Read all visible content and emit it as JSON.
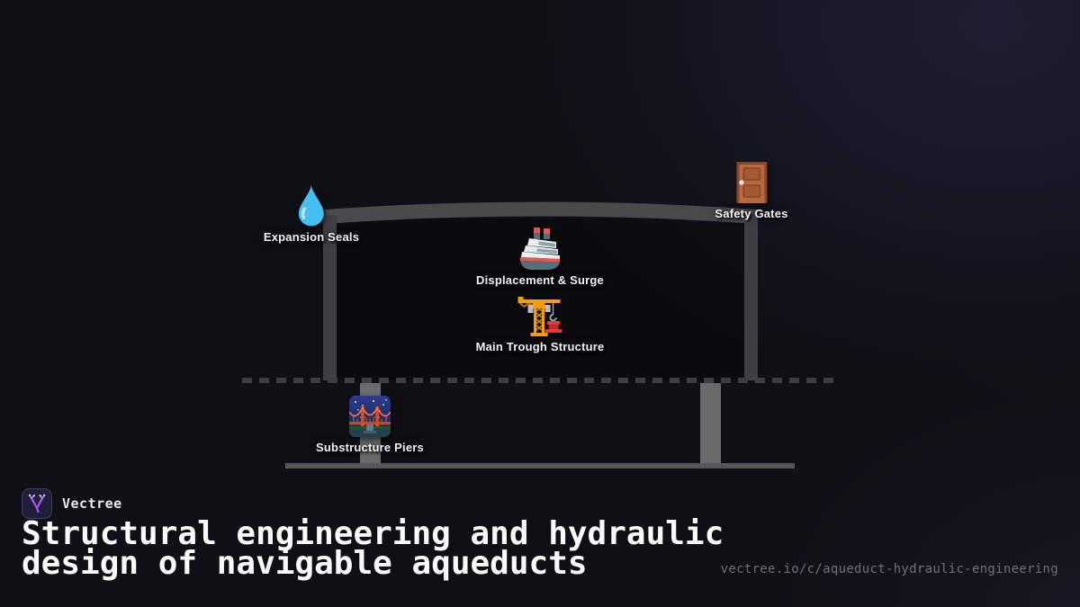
{
  "page": {
    "background_color": "#0f0f15",
    "glow_color": "#2a2a4a"
  },
  "brand": {
    "name": "Vectree",
    "logo_icon": "vectree-logo-icon",
    "accent_color": "#a855f7"
  },
  "title": {
    "text": "Structural engineering and hydraulic design of navigable aqueducts"
  },
  "footer": {
    "url": "vectree.io/c/aqueduct-hydraulic-engineering"
  },
  "diagram": {
    "nodes": [
      {
        "id": "expansion-seals",
        "label": "Expansion Seals",
        "icon": "droplet-icon"
      },
      {
        "id": "safety-gates",
        "label": "Safety Gates",
        "icon": "door-icon"
      },
      {
        "id": "displacement-surge",
        "label": "Displacement & Surge",
        "icon": "ship-icon"
      },
      {
        "id": "main-trough-structure",
        "label": "Main Trough Structure",
        "icon": "crane-icon"
      },
      {
        "id": "substructure-piers",
        "label": "Substructure Piers",
        "icon": "bridge-icon"
      }
    ],
    "colors": {
      "beam": "#4a4a4a",
      "wall": "#3f3f45",
      "pier": "#6a6a6a",
      "ground": "#575757",
      "dashed_line": "#3d3d44",
      "label_text": "#f2f2f2"
    }
  }
}
